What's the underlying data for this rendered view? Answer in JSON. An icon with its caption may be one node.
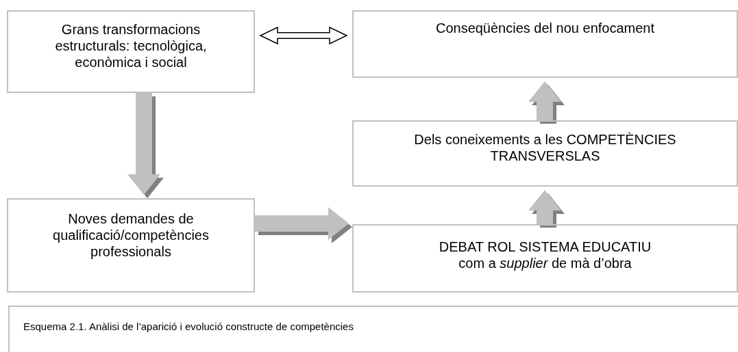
{
  "diagram": {
    "caption": "Esquema 2.1. Anàlisi de l’aparició i evolució constructe de competències",
    "nodes": [
      {
        "text": [
          "Grans transformacions estructurals: tecnològica, econòmica i social"
        ]
      },
      {
        "text": [
          "Conseqüències del nou enfocament"
        ]
      },
      {
        "text": [
          "Dels coneixements a les COMPETÈNCIES TRANSVERSLAS"
        ]
      },
      {
        "text": [
          "Noves demandes de qualificació/competències professionals"
        ]
      },
      {
        "text": [
          "DEBAT ROL SISTEMA EDUCATIU com a *supplier* de mà d’obra"
        ]
      }
    ],
    "edges": [
      {
        "from": 0,
        "to": 1,
        "arrow": "both",
        "color": "#000000"
      },
      {
        "from": 0,
        "to": 3,
        "arrow": "to"
      },
      {
        "from": 3,
        "to": 4,
        "arrow": "to"
      },
      {
        "from": 4,
        "to": 2,
        "arrow": "to"
      },
      {
        "from": 2,
        "to": 1,
        "arrow": "to"
      }
    ]
  }
}
